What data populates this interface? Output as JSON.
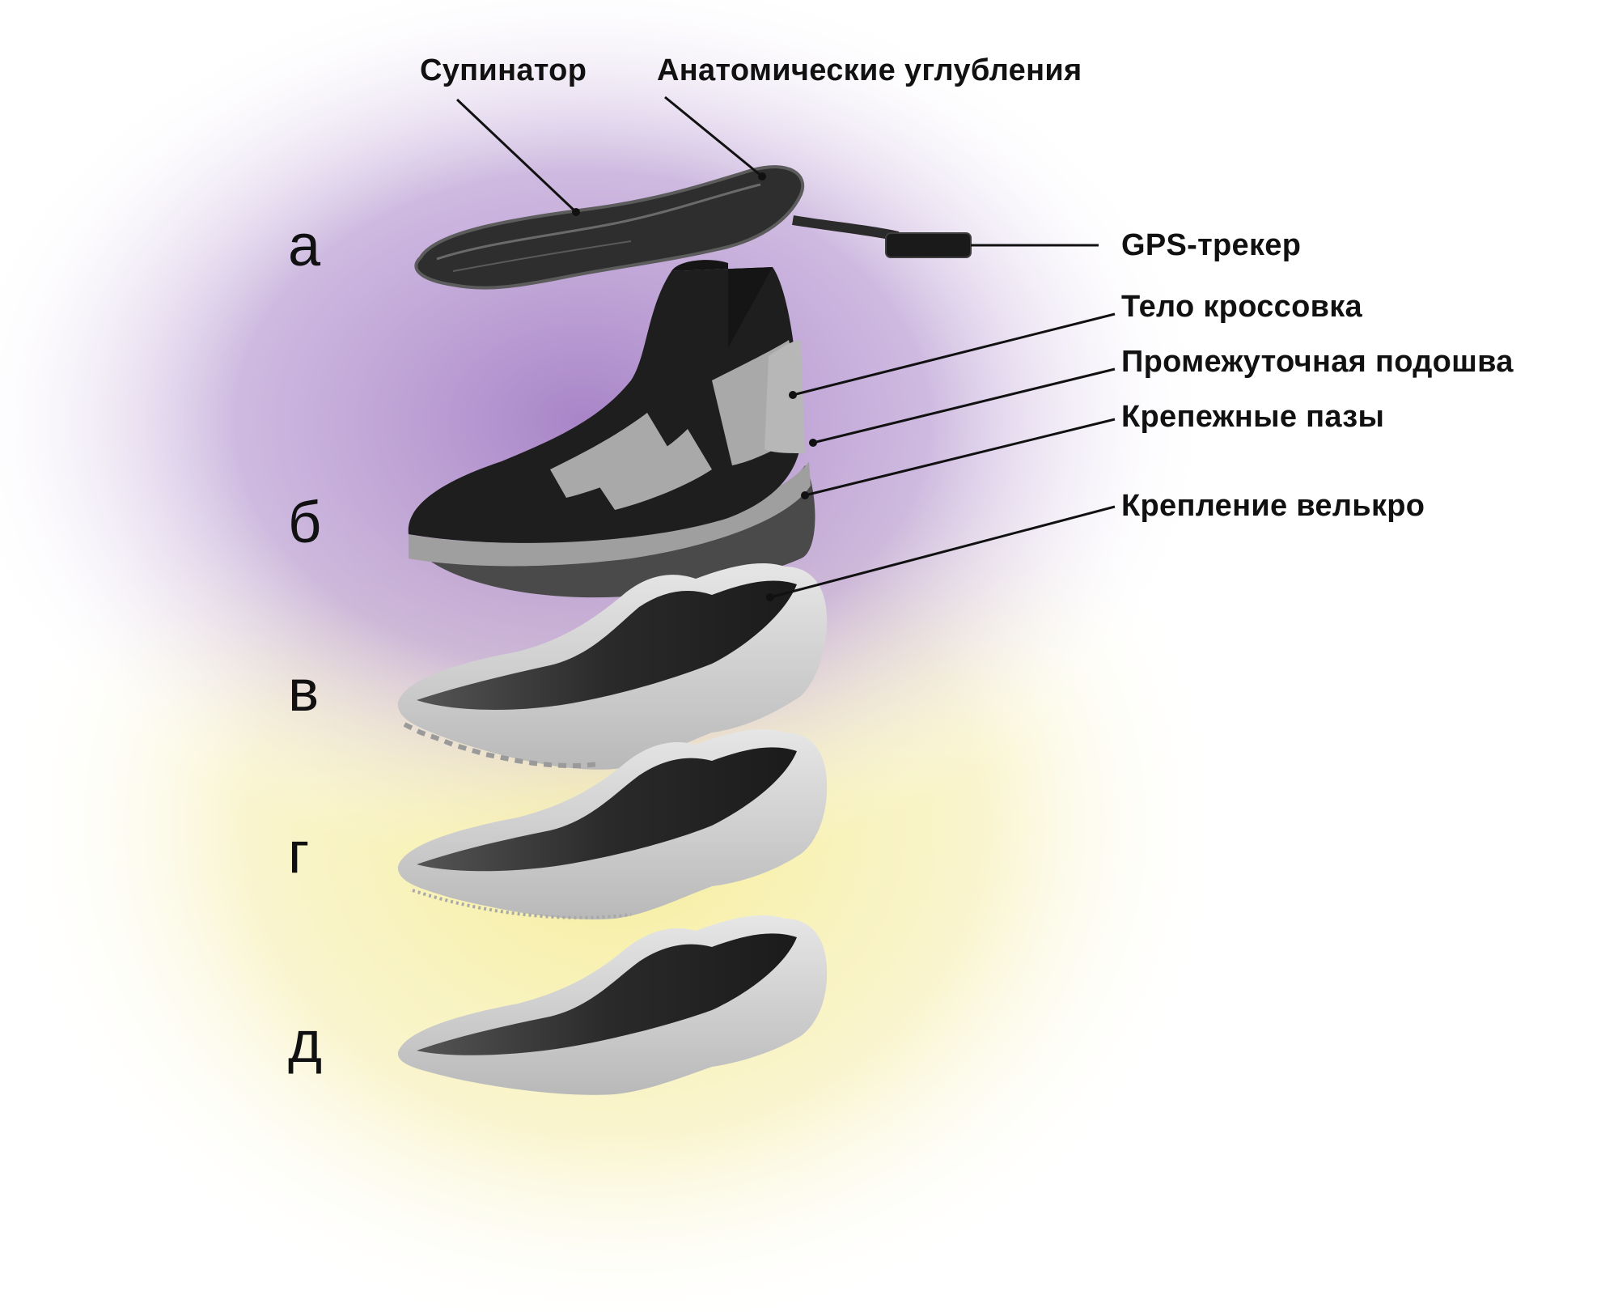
{
  "callouts": {
    "supinator": "Супинатор",
    "anatomic": "Анатомические углубления",
    "gps": "GPS-трекер",
    "body": "Тело кроссовка",
    "midsole": "Промежуточная  подошва",
    "slots": "Крепежные пазы",
    "velcro": "Крепление велькро"
  },
  "layers": [
    "а",
    "б",
    "в",
    "г",
    "д"
  ],
  "colors": {
    "purple_glow": "#b596cf",
    "yellow_glow": "#f4eda0",
    "knit_black": "#1f1f1f",
    "sole_grey": "#d3d3d3",
    "mid_grey": "#9c9c9c",
    "dark_grey": "#3c3c3c",
    "leader_line": "#111111"
  }
}
